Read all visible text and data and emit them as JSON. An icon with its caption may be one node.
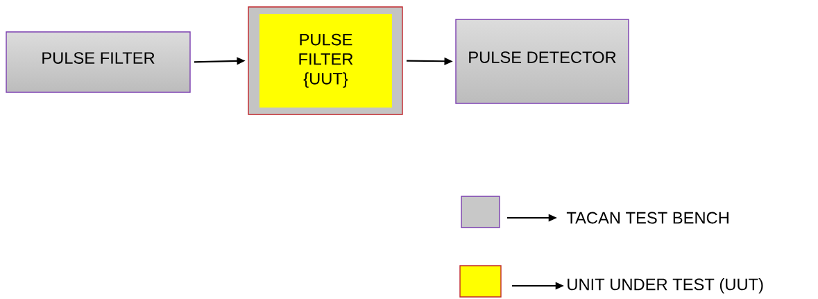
{
  "diagram": {
    "nodes": [
      {
        "text": [
          "PULSE FILTER"
        ]
      },
      {
        "text": [],
        "shape": "box"
      },
      {
        "text": [
          "PULSE FILTER {UUT}"
        ],
        "in": 1
      },
      {
        "text": [
          "PULSE DETECTOR"
        ]
      }
    ],
    "edges": [
      {
        "from": 0,
        "to": 1,
        "arrow": "to"
      },
      {
        "from": 1,
        "to": 3,
        "arrow": "to"
      }
    ],
    "legend": [
      {
        "text": "TACAN TEST BENCH",
        "color": "#c8c8c8"
      },
      {
        "text": "UNIT UNDER TEST (UUT)",
        "color": "#ffff00"
      }
    ]
  }
}
